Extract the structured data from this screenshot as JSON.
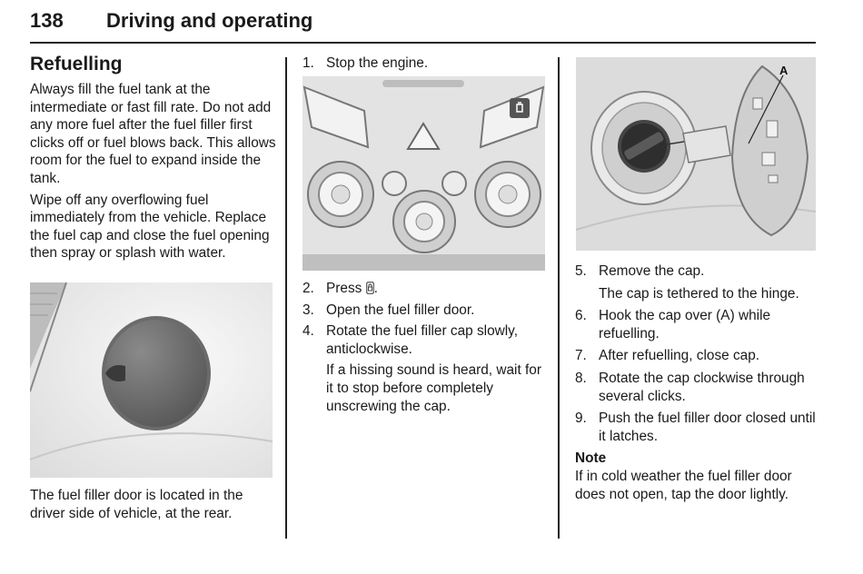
{
  "header": {
    "page_number": "138",
    "chapter_title": "Driving and operating"
  },
  "section": {
    "title": "Refuelling"
  },
  "col1": {
    "para1": "Always fill the fuel tank at the intermediate or fast fill rate. Do not add any more fuel after the fuel filler first clicks off or fuel blows back. This allows room for the fuel to expand inside the tank.",
    "para2": "Wipe off any overflowing fuel immediately from the vehicle. Replace the fuel cap and close the fuel opening then spray or splash with water.",
    "caption": "The fuel filler door is located in the driver side of vehicle, at the rear."
  },
  "col2": {
    "step1": {
      "num": "1.",
      "text": "Stop the engine."
    },
    "step2": {
      "num": "2.",
      "text": "Press"
    },
    "step3": {
      "num": "3.",
      "text": "Open the fuel filler door."
    },
    "step4": {
      "num": "4.",
      "text": "Rotate the fuel filler cap slowly, anticlockwise."
    },
    "step4_sub": "If a hissing sound is heard, wait for it to stop before completely unscrewing the cap."
  },
  "col3": {
    "figure_label": "A",
    "step5": {
      "num": "5.",
      "text": "Remove the cap."
    },
    "step5_sub": "The cap is tethered to the hinge.",
    "step6": {
      "num": "6.",
      "text": "Hook the cap over (A) while refuelling."
    },
    "step7": {
      "num": "7.",
      "text": "After refuelling, close cap."
    },
    "step8": {
      "num": "8.",
      "text": "Rotate the cap clockwise through several clicks."
    },
    "step9": {
      "num": "9.",
      "text": "Push the fuel filler door closed until it latches."
    },
    "note_heading": "Note",
    "note_text": "If in cold weather the fuel filler door does not open, tap the door lightly."
  }
}
